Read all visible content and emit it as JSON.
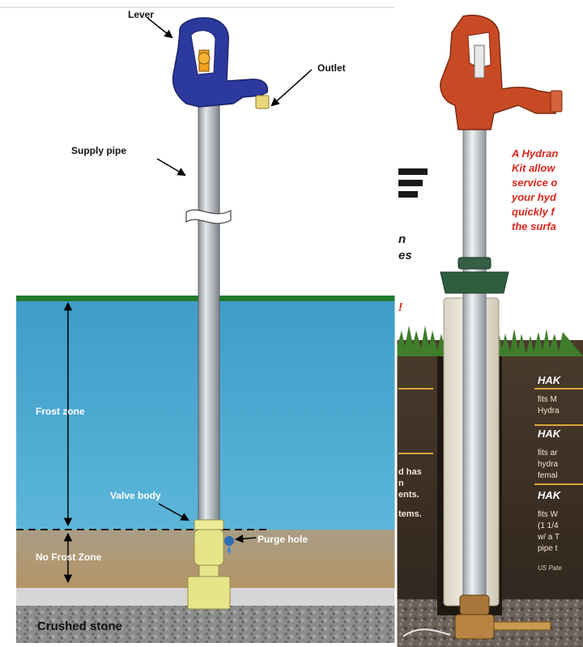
{
  "diagram": {
    "labels": {
      "lever": "Lever",
      "outlet": "Outlet",
      "supply_pipe": "Supply pipe",
      "frost_zone": "Frost zone",
      "valve_body": "Valve body",
      "purge_hole": "Purge hole",
      "no_frost_zone": "No Frost Zone",
      "crushed_stone": "Crushed stone"
    }
  },
  "kit_panel": {
    "headline_lines": [
      "A Hydran",
      "Kit allow",
      "service o",
      "your hyd",
      "quickly f",
      "the surfa"
    ],
    "mid_fragments": [
      "n",
      "es",
      "!"
    ],
    "left_fragments": [
      "d has",
      "n",
      "ents.",
      "tems."
    ],
    "sections": [
      {
        "title": "HAK",
        "lines": [
          "fits M",
          "Hydra"
        ]
      },
      {
        "title": "HAK",
        "lines": [
          "fits ar",
          "hydra",
          "femal"
        ]
      },
      {
        "title": "HAK",
        "lines": [
          "fits W",
          "(1 1/4",
          "w/ a T",
          "pipe t"
        ]
      }
    ],
    "footnote": "US Pate"
  },
  "colors": {
    "frost_water": "#4aa3cc",
    "grass_line": "#1f7a2a",
    "soil": "#b49a74",
    "stone": "#8e8e8e",
    "pipe": "#b8bcc2",
    "lever_blue": "#2c3a9e",
    "kit_red": "#c84a25",
    "kit_green": "#2e5e3e",
    "brass": "#a8763a",
    "headline_red": "#d9261c"
  }
}
